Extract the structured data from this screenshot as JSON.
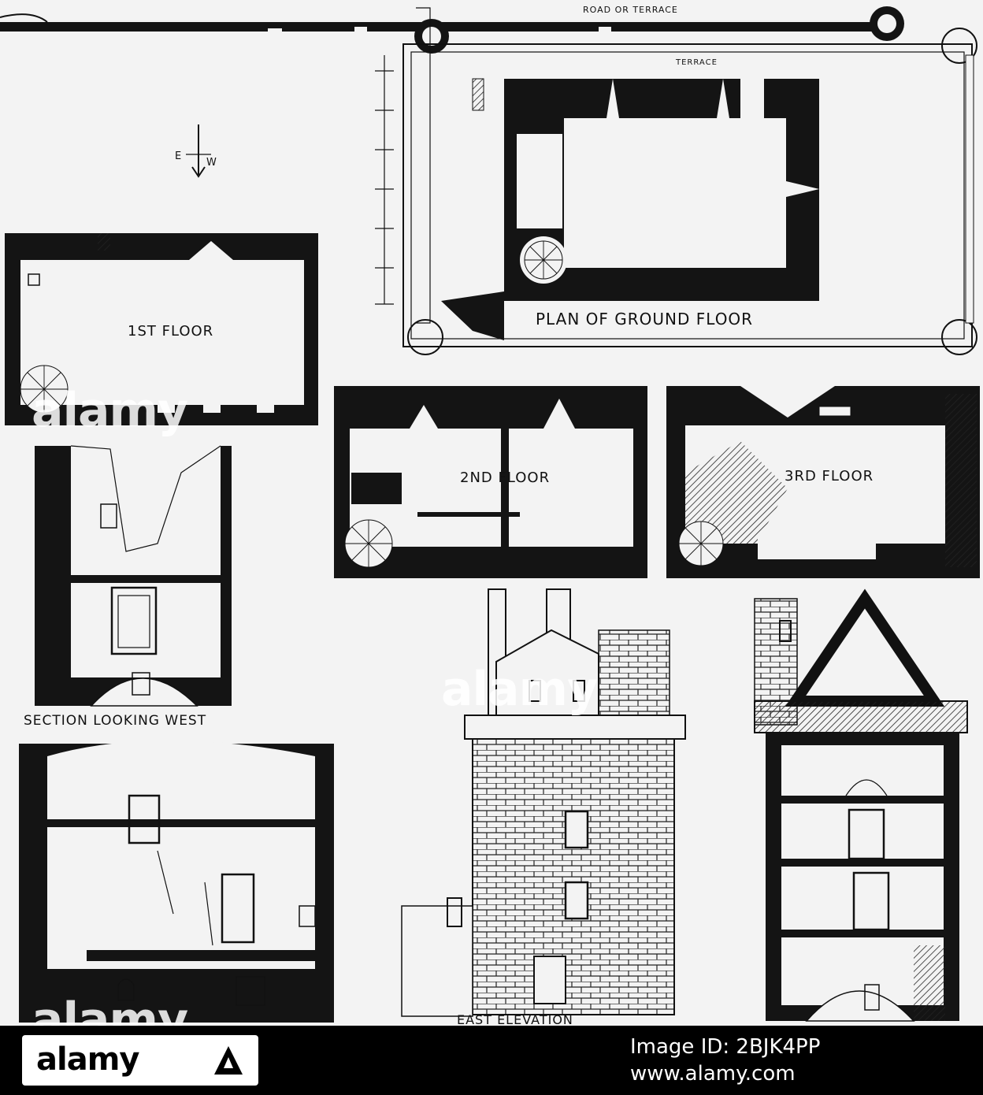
{
  "labels": {
    "road_or_terrace": "ROAD   OR   TERRACE",
    "terrace": "TERRACE",
    "compass_e": "E",
    "compass_w": "W",
    "plan_ground_floor": "PLAN OF GROUND FLOOR",
    "first_floor": "1ST FLOOR",
    "second_floor": "2ND FLOOR",
    "third_floor": "3RD FLOOR",
    "section_looking_west": "SECTION LOOKING WEST",
    "east_elevation": "EAST ELEVATION"
  },
  "watermark": {
    "brand": "alamy"
  },
  "footer": {
    "brand": "alamy",
    "image_id_label": "Image ID: 2BJK4PP",
    "url": "www.alamy.com"
  },
  "colors": {
    "ink": "#141414",
    "paper": "#f3f3f3",
    "footer_bg": "#000000"
  }
}
